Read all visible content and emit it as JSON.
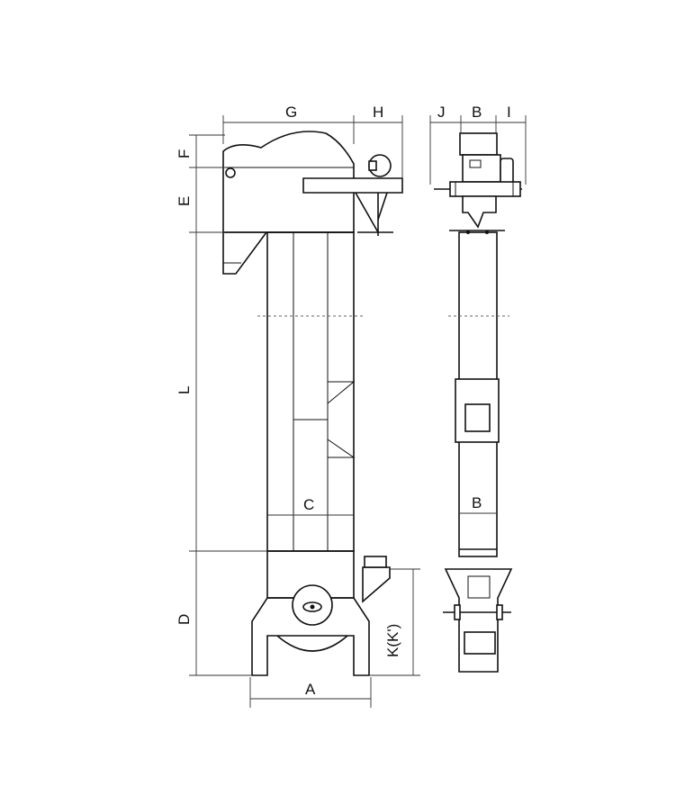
{
  "labels": {
    "G": "G",
    "H": "H",
    "J": "J",
    "B_top": "B",
    "I": "I",
    "F": "F",
    "E": "E",
    "L": "L",
    "C": "C",
    "B_mid": "B",
    "D": "D",
    "K": "K(K')",
    "A": "A"
  }
}
